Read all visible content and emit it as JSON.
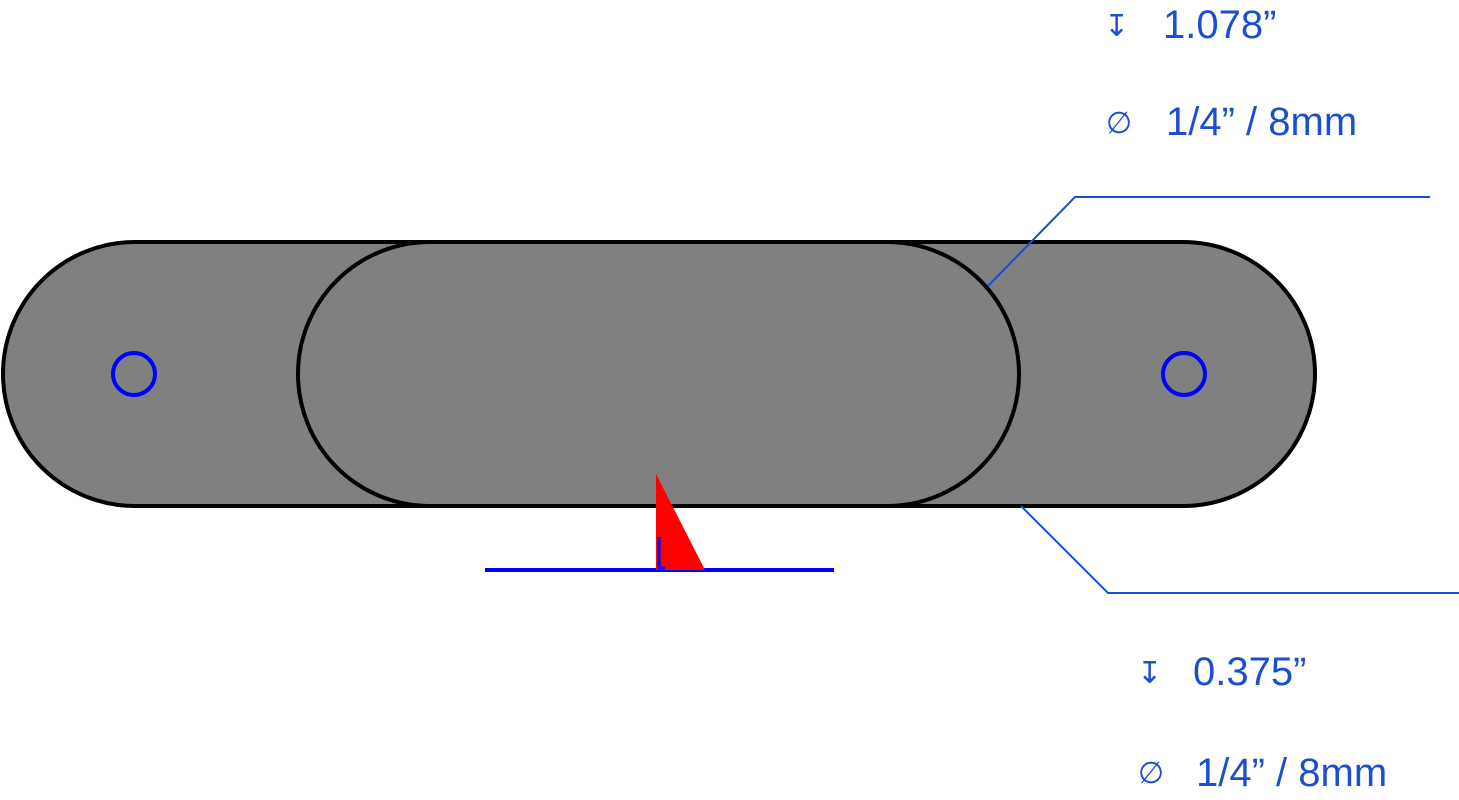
{
  "callouts": {
    "top": {
      "depth_symbol": "↧",
      "depth": "1.078”",
      "diameter_symbol": "∅",
      "diameter": "1/4” / 8mm"
    },
    "bottom": {
      "depth_symbol": "↧",
      "depth": "0.375”",
      "diameter_symbol": "∅",
      "diameter": "1/4” / 8mm"
    }
  },
  "colors": {
    "part_fill": "#808080",
    "part_stroke": "#000000",
    "leader": "#1a4fd0",
    "hole": "#0000ff",
    "surface_line": "#0000ff",
    "finish_marker": "#ff0000"
  }
}
